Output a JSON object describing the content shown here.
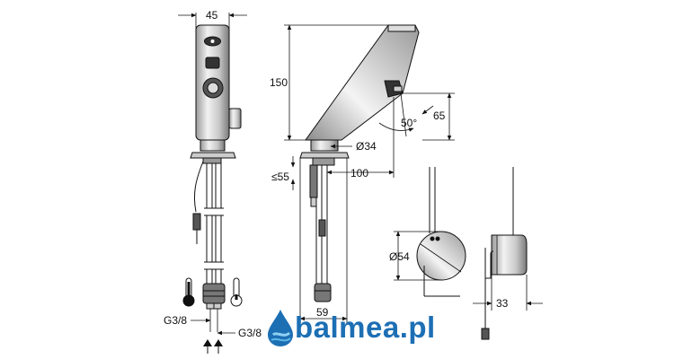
{
  "dimensions": {
    "width_top": "45",
    "height_total": "150",
    "height_outlet": "65",
    "angle": "50°",
    "diameter_base": "Ø34",
    "reach": "100",
    "deck_thickness": "≤55",
    "hole_spacing": "59",
    "diameter_box": "Ø54",
    "box_depth": "33",
    "thread_left": "G3/8",
    "thread_right": "G3/8"
  },
  "brand": {
    "name": "balmea.pl",
    "color": "#1d6fb4"
  },
  "colors": {
    "line": "#111111",
    "hot": "#111111",
    "cold": "#ffffff"
  }
}
